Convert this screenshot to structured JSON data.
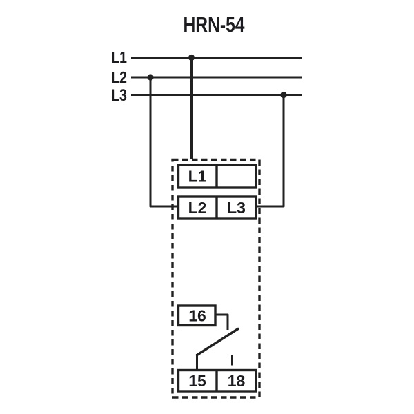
{
  "title": "HRN-54",
  "colors": {
    "line": "#212121",
    "text": "#1c1c20",
    "background": "#ffffff"
  },
  "phases": [
    {
      "label": "L1"
    },
    {
      "label": "L2"
    },
    {
      "label": "L3"
    }
  ],
  "device": {
    "terminals": {
      "l1": "L1",
      "l2": "L2",
      "l3": "L3",
      "t16": "16",
      "t15": "15",
      "t18": "18"
    }
  }
}
